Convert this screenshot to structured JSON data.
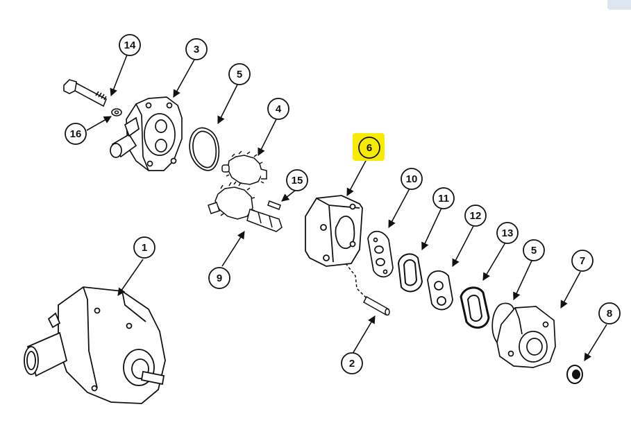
{
  "colors": {
    "line": "#111111",
    "highlight": "#f7ec00",
    "background": "#ffffff",
    "corner_tab": "#dbe6f1"
  },
  "callouts": [
    {
      "id": "callout-14",
      "label": "14"
    },
    {
      "id": "callout-3",
      "label": "3"
    },
    {
      "id": "callout-5-top",
      "label": "5"
    },
    {
      "id": "callout-4",
      "label": "4"
    },
    {
      "id": "callout-16",
      "label": "16"
    },
    {
      "id": "callout-15",
      "label": "15"
    },
    {
      "id": "callout-6",
      "label": "6",
      "highlighted": true
    },
    {
      "id": "callout-10",
      "label": "10"
    },
    {
      "id": "callout-11",
      "label": "11"
    },
    {
      "id": "callout-12",
      "label": "12"
    },
    {
      "id": "callout-13",
      "label": "13"
    },
    {
      "id": "callout-5-bottom",
      "label": "5"
    },
    {
      "id": "callout-7",
      "label": "7"
    },
    {
      "id": "callout-8",
      "label": "8"
    },
    {
      "id": "callout-1",
      "label": "1"
    },
    {
      "id": "callout-9",
      "label": "9"
    },
    {
      "id": "callout-2",
      "label": "2"
    }
  ]
}
